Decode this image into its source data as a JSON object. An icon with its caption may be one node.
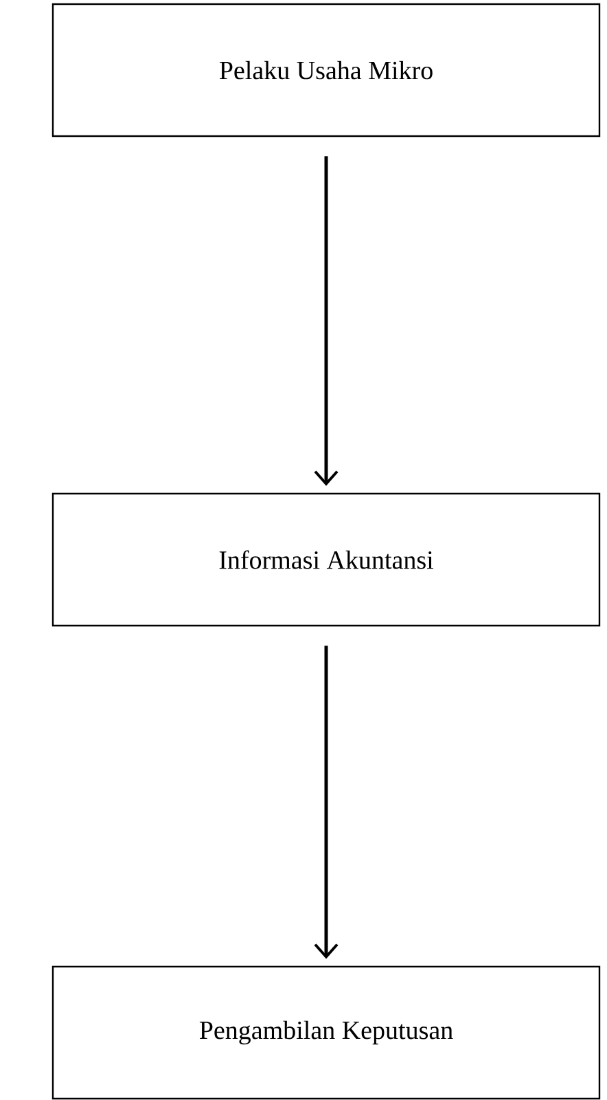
{
  "diagram": {
    "nodes": [
      {
        "text": [
          "Pelaku Usaha Mikro"
        ]
      },
      {
        "text": [
          "Informasi Akuntansi"
        ]
      },
      {
        "text": [
          "Pengambilan Keputusan"
        ]
      }
    ],
    "edges": [
      {
        "from": 0,
        "to": 1,
        "arrow": "to"
      },
      {
        "from": 1,
        "to": 2,
        "arrow": "to"
      }
    ]
  }
}
